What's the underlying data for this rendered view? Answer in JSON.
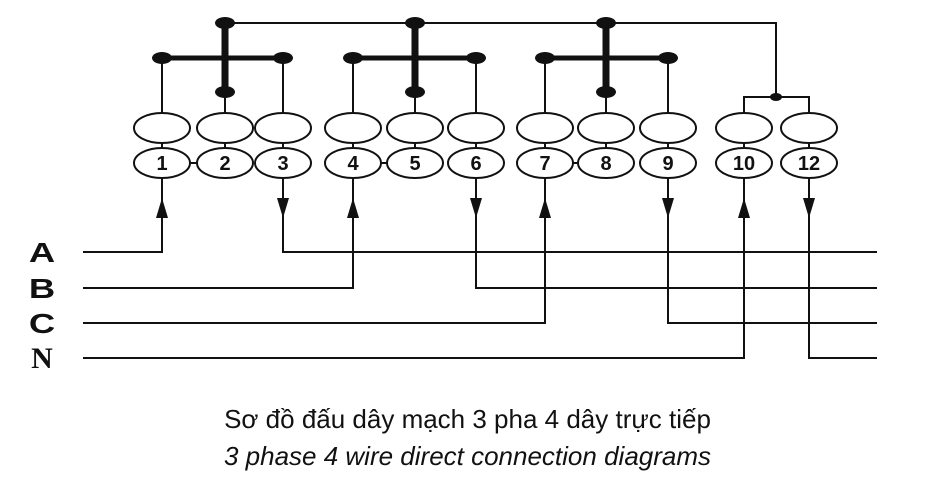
{
  "diagram": {
    "type": "3-phase 4-wire direct connection wiring diagram",
    "phases": [
      {
        "id": "A",
        "label": "A"
      },
      {
        "id": "B",
        "label": "B"
      },
      {
        "id": "C",
        "label": "C"
      },
      {
        "id": "N",
        "label": "N"
      }
    ],
    "terminals": [
      {
        "id": "1",
        "label": "1",
        "phase": "A",
        "direction": "in"
      },
      {
        "id": "2",
        "label": "2",
        "phase": "A",
        "direction": "voltage"
      },
      {
        "id": "3",
        "label": "3",
        "phase": "A",
        "direction": "out"
      },
      {
        "id": "4",
        "label": "4",
        "phase": "B",
        "direction": "in"
      },
      {
        "id": "5",
        "label": "5",
        "phase": "B",
        "direction": "voltage"
      },
      {
        "id": "6",
        "label": "6",
        "phase": "B",
        "direction": "out"
      },
      {
        "id": "7",
        "label": "7",
        "phase": "C",
        "direction": "in"
      },
      {
        "id": "8",
        "label": "8",
        "phase": "C",
        "direction": "voltage"
      },
      {
        "id": "9",
        "label": "9",
        "phase": "C",
        "direction": "out"
      },
      {
        "id": "10",
        "label": "10",
        "phase": "N",
        "direction": "in"
      },
      {
        "id": "12",
        "label": "12",
        "phase": "N",
        "direction": "out"
      }
    ],
    "bridged_pairs": [
      [
        "1",
        "2"
      ],
      [
        "4",
        "5"
      ],
      [
        "7",
        "8"
      ]
    ]
  },
  "caption": {
    "vietnamese": "Sơ đồ đấu dây mạch 3 pha 4 dây trực tiếp",
    "english": "3 phase 4 wire direct connection diagrams"
  },
  "colors": {
    "ink": "#111111",
    "background": "#ffffff"
  }
}
